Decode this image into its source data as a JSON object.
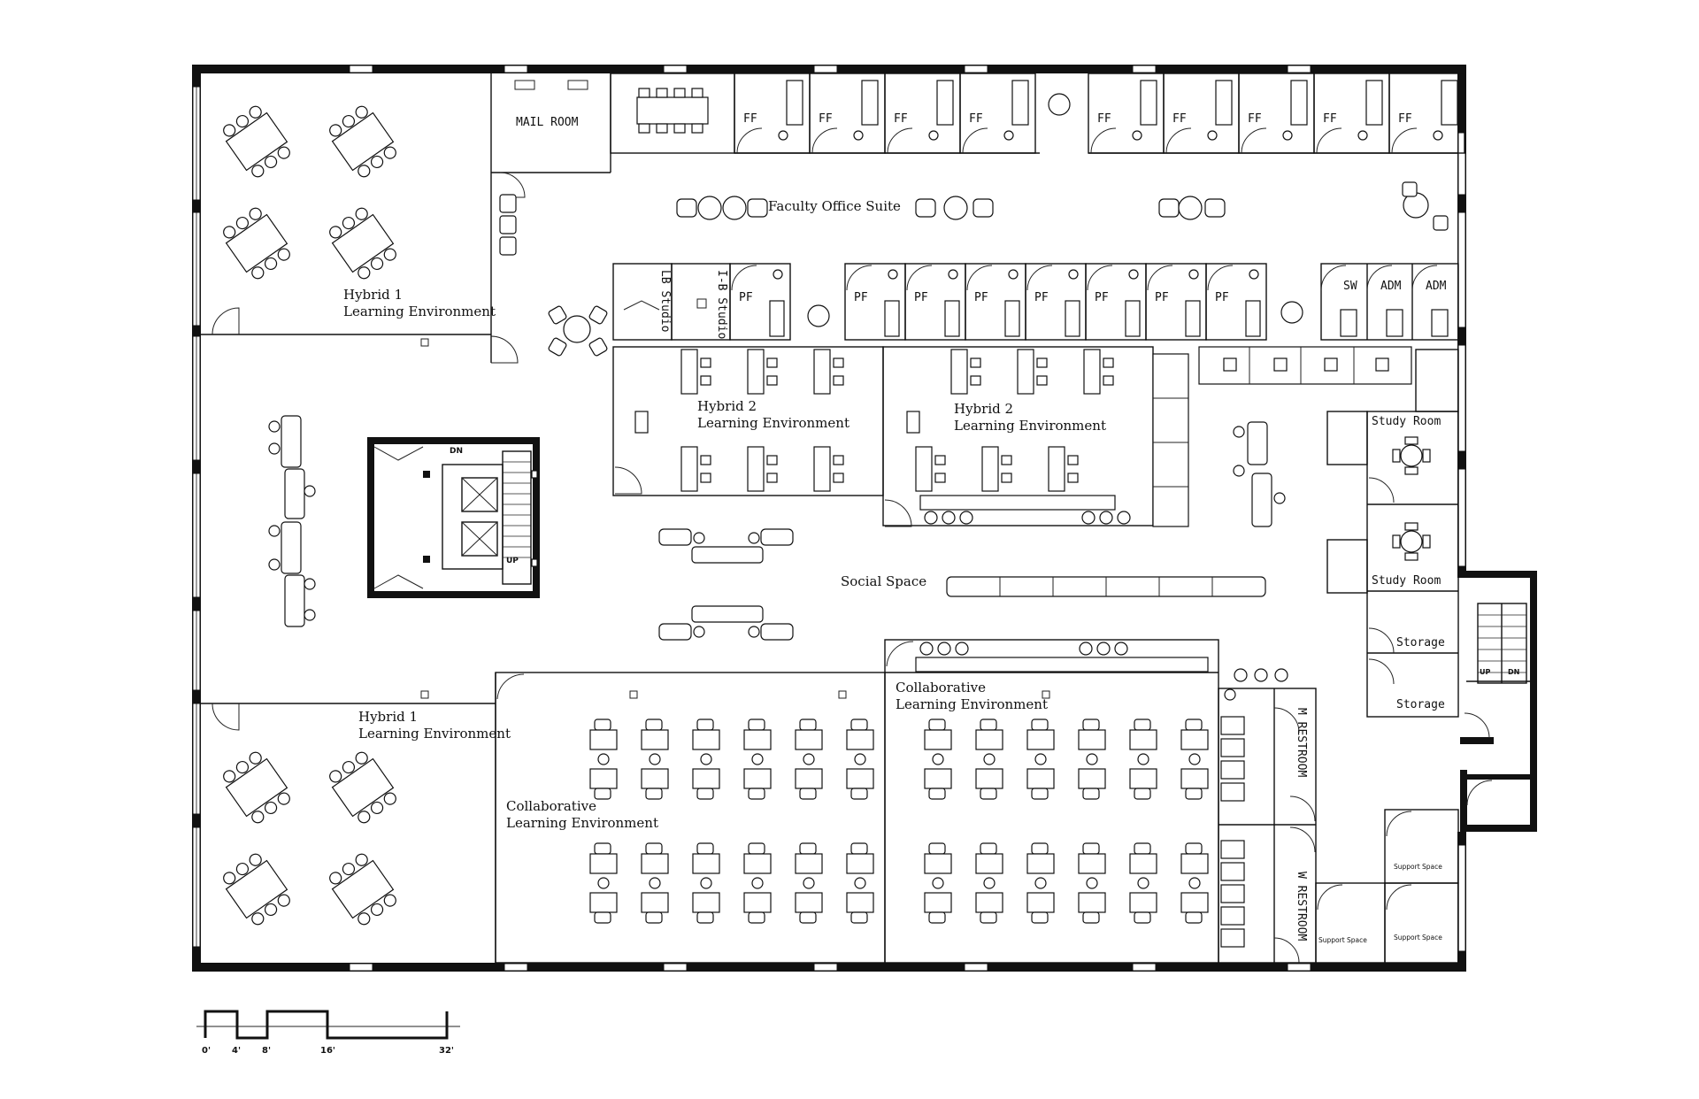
{
  "rooms": {
    "mail_room": "MAIL ROOM",
    "faculty_office_suite": "Faculty Office Suite",
    "hybrid1_top_l1": "Hybrid 1",
    "hybrid1_top_l2": "Learning Environment",
    "hybrid1_bottom_l1": "Hybrid 1",
    "hybrid1_bottom_l2": "Learning Environment",
    "hybrid2_a_l1": "Hybrid 2",
    "hybrid2_a_l2": "Learning Environment",
    "hybrid2_b_l1": "Hybrid 2",
    "hybrid2_b_l2": "Learning Environment",
    "social_space": "Social Space",
    "collab_left_l1": "Collaborative",
    "collab_left_l2": "Learning Environment",
    "collab_right_l1": "Collaborative",
    "collab_right_l2": "Learning Environment",
    "study_room_1": "Study Room",
    "study_room_2": "Study Room",
    "storage_1": "Storage",
    "storage_2": "Storage",
    "m_restroom": "M RESTROOM",
    "w_restroom": "W RESTROOM",
    "support_space_1": "Support Space",
    "support_space_2": "Support Space",
    "support_space_3": "Support Space",
    "lb_studio": "LB Studio",
    "ib_studio": "I-B Studio",
    "stair_dn": "DN",
    "stair_up": "UP",
    "stair2_up": "UP",
    "stair2_dn": "DN"
  },
  "offices": {
    "ff": [
      "FF",
      "FF",
      "FF",
      "FF",
      "FF",
      "FF",
      "FF",
      "FF",
      "FF"
    ],
    "pf": [
      "PF",
      "PF",
      "PF",
      "PF",
      "PF",
      "PF",
      "PF",
      "PF"
    ],
    "sw": "SW",
    "adm": [
      "ADM",
      "ADM"
    ]
  },
  "scale_bar": {
    "labels": [
      "0'",
      "4'",
      "8'",
      "16'",
      "32'"
    ]
  }
}
